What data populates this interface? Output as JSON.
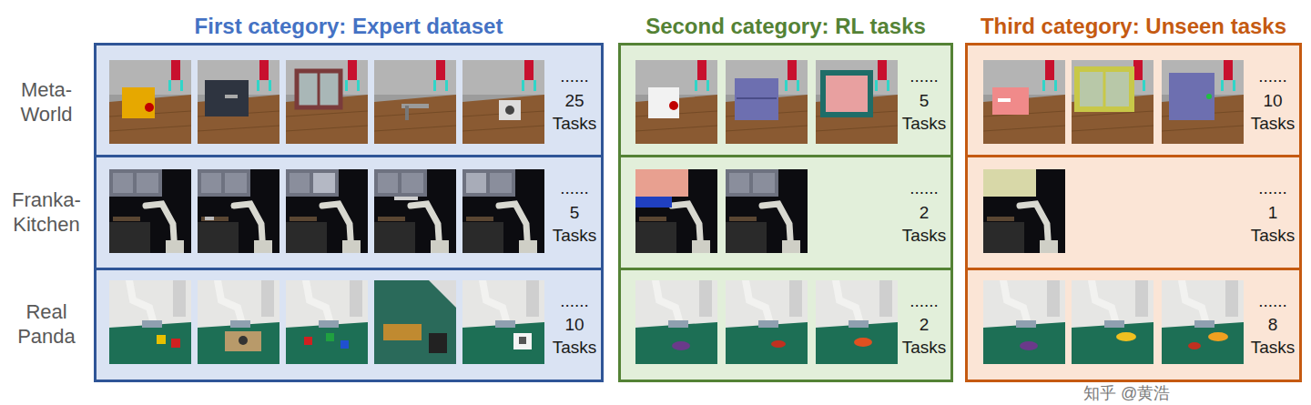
{
  "diagram": {
    "nodes": [
      {
        "text": [
          "First category: Expert dataset"
        ]
      },
      {
        "text": [
          "......",
          "25 Tasks"
        ],
        "in": 0
      },
      {
        "text": [
          "......",
          "5 Tasks"
        ],
        "in": 0
      },
      {
        "text": [
          "......",
          "10 Tasks"
        ],
        "in": 0
      },
      {
        "text": [
          "Second category: RL tasks"
        ]
      },
      {
        "text": [
          "......",
          "5 Tasks"
        ],
        "in": 4
      },
      {
        "text": [
          "......",
          "2 Tasks"
        ],
        "in": 4
      },
      {
        "text": [
          "......",
          "2 Tasks"
        ],
        "in": 4
      },
      {
        "text": [
          "Third category: Unseen tasks"
        ]
      },
      {
        "text": [
          "......",
          "10 Tasks"
        ],
        "in": 8
      },
      {
        "text": [
          "......",
          "1 Tasks"
        ],
        "in": 8
      },
      {
        "text": [
          "......",
          "8 Tasks"
        ],
        "in": 8
      }
    ],
    "labels": [
      "Meta-World",
      "Franka-Kitchen",
      "Real Panda",
      "知乎 @黄浩"
    ]
  }
}
